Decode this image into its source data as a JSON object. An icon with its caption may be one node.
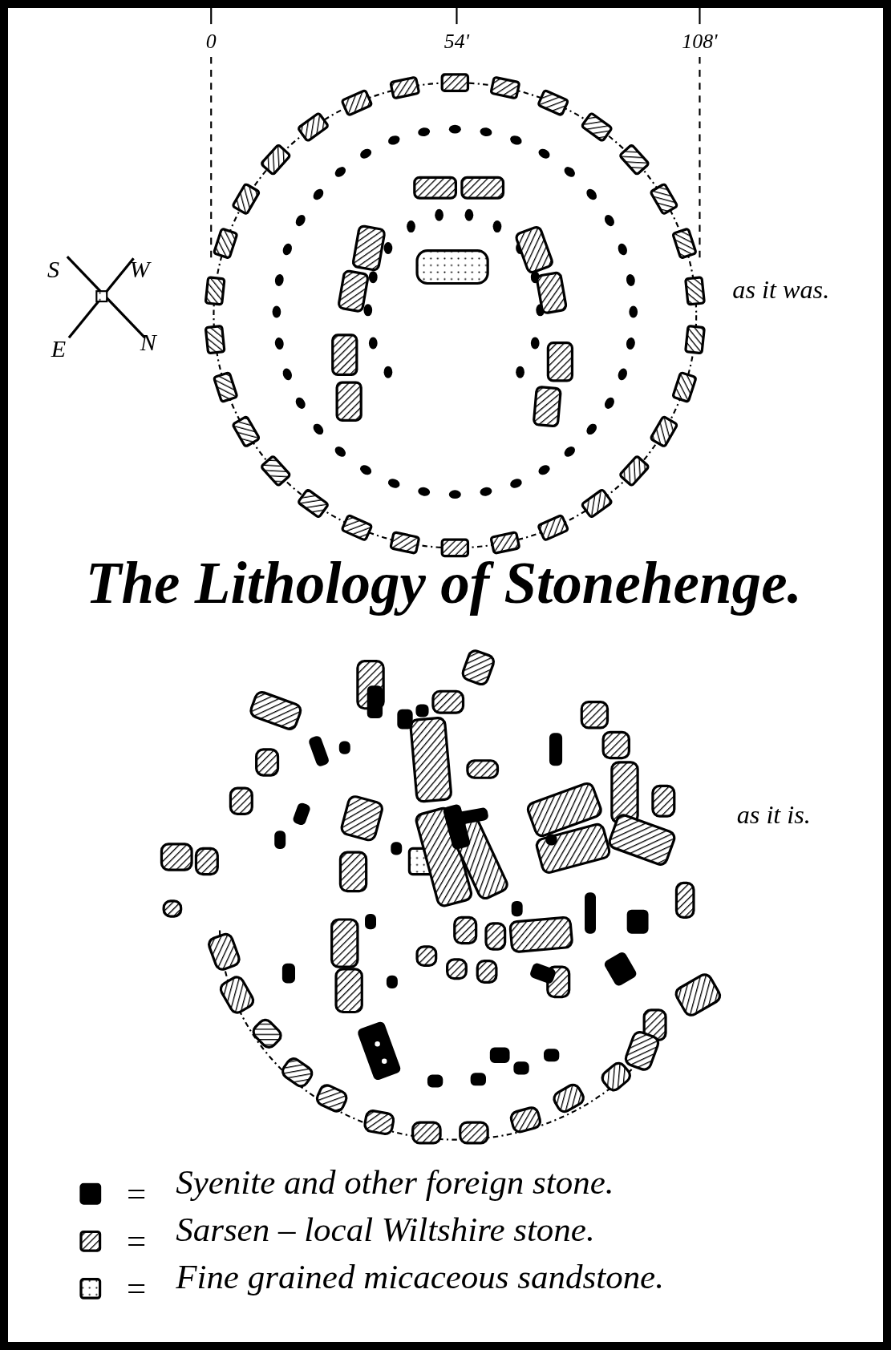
{
  "diagram": {
    "title": "The Lithology of Stonehenge.",
    "labels": [
      "0",
      "54'",
      "108'",
      "S",
      "W",
      "as it was.",
      "E",
      "N",
      "as it is.",
      "=",
      "=",
      "="
    ],
    "legend": [
      {
        "text": "Syenite and other foreign stone.",
        "color": "#000000"
      },
      {
        "text": "Sarsen – local Wiltshire stone."
      },
      {
        "text": "Fine grained micaceous sandstone."
      }
    ]
  }
}
